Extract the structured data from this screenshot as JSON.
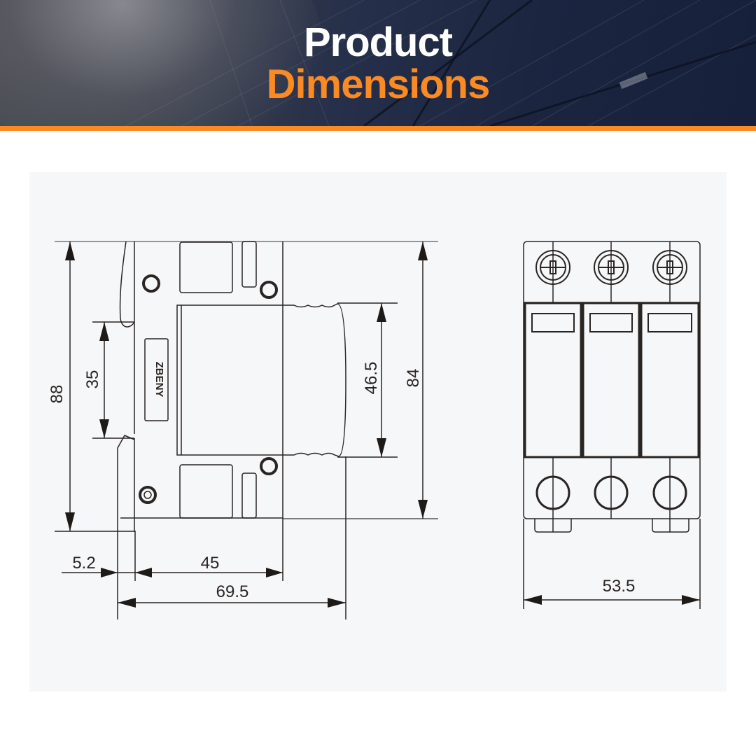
{
  "header": {
    "title_line1": "Product",
    "title_line2": "Dimensions",
    "accent_color": "#f98a24",
    "background": "solar-panel-photo"
  },
  "diagram": {
    "side_view": {
      "brand_label": "ZBENY",
      "dimensions": {
        "total_height": "88",
        "din_rail_height": "35",
        "module_height": "46.5",
        "body_height": "84",
        "rail_offset": "5.2",
        "body_depth": "45",
        "total_depth": "69.5"
      }
    },
    "front_view": {
      "poles": 3,
      "dimensions": {
        "width": "53.5"
      }
    }
  }
}
